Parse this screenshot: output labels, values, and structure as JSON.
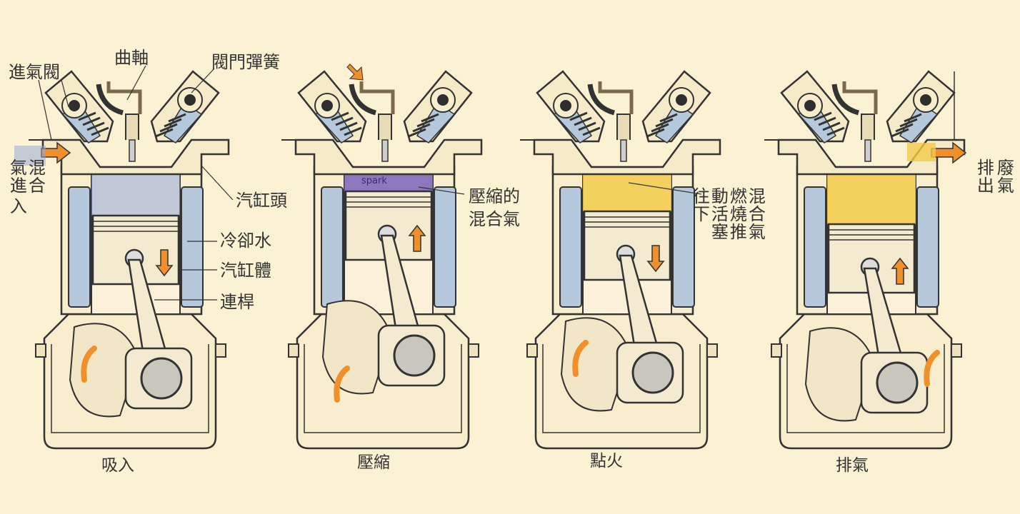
{
  "labels": {
    "intake_valve": "進氣閥",
    "crankshaft": "曲軸",
    "valve_spring": "閥門彈簧",
    "mixture_in_col1": "混合",
    "mixture_in_col2": "氣進",
    "mixture_in_col3": "入",
    "cylinder_head": "汽缸頭",
    "coolant": "冷卻水",
    "cylinder_block": "汽缸體",
    "connecting_rod": "連桿",
    "compressed_mixture_1": "壓縮的",
    "compressed_mixture_2": "混合氣",
    "combustion_1": "混合氣",
    "combustion_2": "燃燒推",
    "combustion_3": "動活塞",
    "combustion_4": "往下",
    "exhaust_out_1": "廢氣",
    "exhaust_out_2": "排出",
    "spark": "spark"
  },
  "strokes": [
    {
      "caption": "吸入",
      "piston_direction": "down"
    },
    {
      "caption": "壓縮",
      "piston_direction": "up"
    },
    {
      "caption": "點火",
      "piston_direction": "down"
    },
    {
      "caption": "排氣",
      "piston_direction": "up"
    }
  ],
  "colors": {
    "background": "#fbf1d3",
    "outline": "#333333",
    "coolant": "#b6c9dc",
    "intake_gas": "#8fa6d8",
    "compressed_gas": "#7b62b8",
    "burning_gas": "#f2cb48",
    "arrow": "#f0902c"
  }
}
